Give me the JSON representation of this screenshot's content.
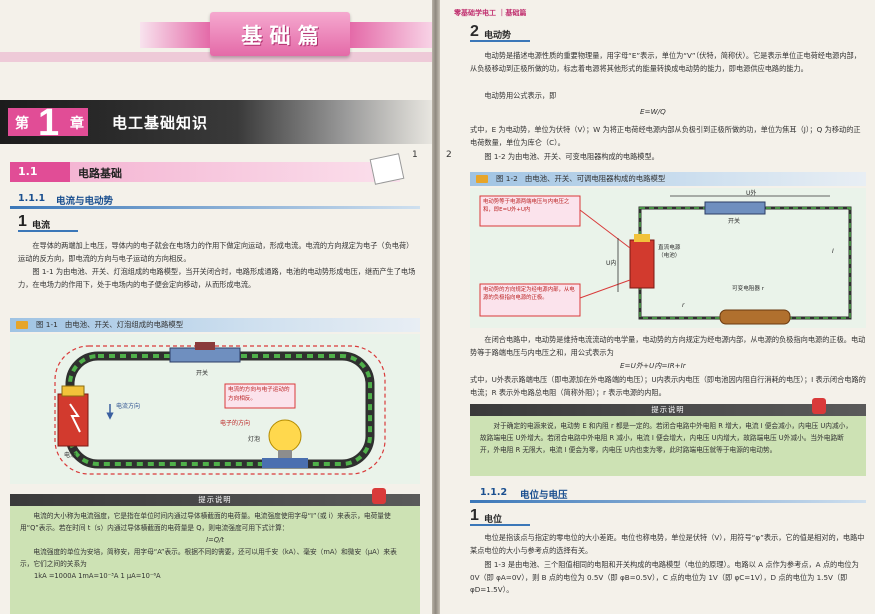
{
  "left": {
    "banner": "基 础 篇",
    "chapter": {
      "prefix": "第",
      "number": "1",
      "suffix": "章",
      "title": "电工基础知识"
    },
    "section": {
      "number": "1.1",
      "title": "电路基础"
    },
    "subsection": {
      "number": "1.1.1",
      "title": "电流与电动势"
    },
    "topic": {
      "number": "1",
      "title": "电流"
    },
    "paragraph1": "在导体的两端加上电压，导体内的电子就会在电场力的作用下做定向运动，形成电流。电流的方向规定为电子（负电荷）运动的反方向，即电流的方向与电子运动的方向相反。",
    "paragraph2": "图 1-1 为由电池、开关、灯泡组成的电路模型，当开关闭合时，电路形成通路，电池的电动势形成电压，继而产生了电场力，在电场力的作用下，处于电场内的电子便会定向移动，从而形成电流。",
    "figure": {
      "caption_num": "图 1-1",
      "caption": "由电池、开关、灯泡组成的电路模型",
      "labels": {
        "switch": "开关",
        "current_dir": "电流方向",
        "electron_dir": "电子的方向",
        "note": "电流的方向与电子运动的方向相反。",
        "battery": "电池",
        "lamp": "灯泡"
      }
    },
    "tip": {
      "header": "提示说明",
      "line1": "电流的大小称为电流强度，它是指在单位时间内通过导体横截面的电荷量。电流强度使用字母“I”（或 i）来表示，电荷量使用“Q”表示。若在时间 t（s）内通过导体横截面的电荷量是 Q，则电流强度可用下式计算：",
      "formula": "I=Q/t",
      "line2": "电流强度的单位为安培，简称安，用字母“A”表示。根据不同的需要，还可以用千安（kA）、毫安（mA）和微安（μA）来表示，它们之间的关系为",
      "relations": "1kA =1000A      1mA=10⁻³A      1 μA=10⁻⁶A"
    },
    "page_number": "1"
  },
  "right": {
    "header": "零基础学电工 ｜基础篇",
    "topic2": {
      "number": "2",
      "title": "电动势"
    },
    "paragraph1": "电动势是描述电源性质的重要物理量，用字母“E”表示，单位为“V”（伏特，简称伏）。它是表示单位正电荷经电源内部，从负极移动到正极所做的功，标志着电源将其他形式的能量转换成电动势的能力，即电源供应电路的能力。",
    "formula_intro": "电动势用公式表示，即",
    "formula1": "E=W/Q",
    "paragraph2": "式中，E 为电动势，单位为伏特（V）；W 为将正电荷经电源内部从负极引到正极所做的功，单位为焦耳（J）；Q 为移动的正电荷数量，单位为库仑（C）。",
    "paragraph3": "图 1-2 为由电池、开关、可变电阻器构成的电路模型。",
    "figure": {
      "caption_num": "图 1-2",
      "caption": "由电池、开关、可调电阻器构成的电路模型",
      "labels": {
        "box1": "电动势等于电源两端电压与内电压之和，即E=U外+U内",
        "switch": "开关",
        "battery_r": "直流电源（电池）",
        "box2": "电动势的方向规定为经电源内部，从电源的负极指向电源的正极。",
        "resistor": "可变电阻器 r",
        "ua": "U外",
        "ui": "U内",
        "i": "I",
        "r": "r"
      }
    },
    "paragraph4": "在闭合电路中，电动势是维持电流流动的电学量，电动势的方向规定为经电源内部，从电源的负极指向电源的正极。电动势等于路端电压与内电压之和，用公式表示为",
    "formula2": "E=U外+U内=IR+Ir",
    "paragraph5": "式中，U外表示路端电压（即电源加在外电路端的电压）；U内表示内电压（即电池因内阻自行消耗的电压）；I 表示闭合电路的电流；R 表示外电路总电阻（简称外阻）；r 表示电源的内阻。",
    "tip": {
      "header": "提示说明",
      "text": "对于确定的电源来说，电动势 E 和内阻 r 都是一定的。若闭合电路中外电阻 R 增大，电流 I 便会减小，内电压 U内减小，故路端电压 U外增大。若闭合电路中外电阻 R 减小，电流 I 便会增大，内电压 U内增大，故路端电压 U外减小。当外电路断开，外电阻 R 无限大，电流 I 便会为零，内电压 U内也变为零，此时路端电压就等于电源的电动势。"
    },
    "subsection": {
      "number": "1.1.2",
      "title": "电位与电压"
    },
    "topic1": {
      "number": "1",
      "title": "电位"
    },
    "paragraph6": "电位是指该点与指定的零电位的大小差距。电位也称电势，单位是伏特（V），用符号“φ”表示，它的值是相对的，电路中某点电位的大小与参考点的选择有关。",
    "paragraph7": "图 1-3 是由电池、三个阻值相同的电阻和开关构成的电路模型（电位的原理）。电路以 A 点作为参考点，A 点的电位为 0V（即 φA=0V），则 B 点的电位为 0.5V（即 φB=0.5V），C 点的电位为 1V（即 φC=1V），D 点的电位为 1.5V（即 φD=1.5V）。",
    "page_number": "2"
  }
}
